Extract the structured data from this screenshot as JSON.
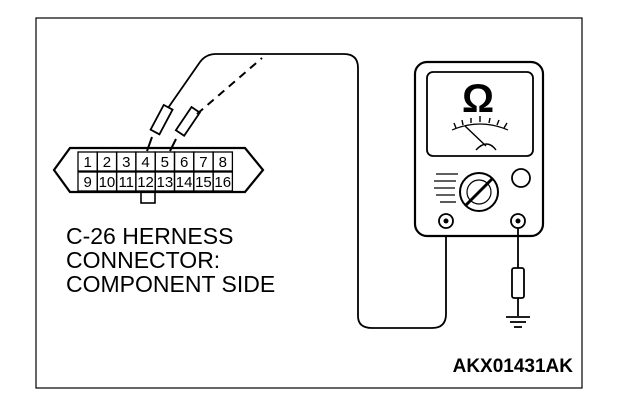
{
  "connector": {
    "pins_top": [
      "1",
      "2",
      "3",
      "4",
      "5",
      "6",
      "7",
      "8"
    ],
    "pins_bottom": [
      "9",
      "10",
      "11",
      "12",
      "13",
      "14",
      "15",
      "16"
    ],
    "label_lines": [
      "C-26 HERNESS",
      "CONNECTOR:",
      "COMPONENT SIDE"
    ]
  },
  "meter": {
    "unit_symbol": "Ω"
  },
  "figure_code": "AKX01431AK"
}
